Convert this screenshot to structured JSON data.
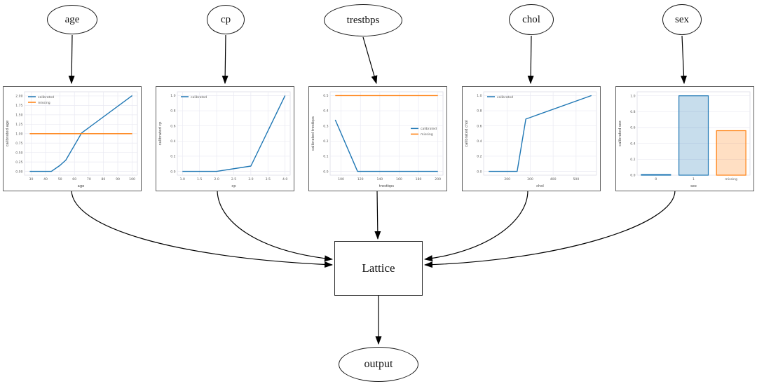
{
  "diagram": {
    "nodes": {
      "age": "age",
      "cp": "cp",
      "trestbps": "trestbps",
      "chol": "chol",
      "sex": "sex",
      "lattice": "Lattice",
      "output": "output"
    },
    "edges": [
      [
        "age",
        "age-calibrator-plot"
      ],
      [
        "cp",
        "cp-calibrator-plot"
      ],
      [
        "trestbps",
        "trestbps-calibrator-plot"
      ],
      [
        "chol",
        "chol-calibrator-plot"
      ],
      [
        "sex",
        "sex-calibrator-plot"
      ],
      [
        "age-calibrator-plot",
        "Lattice"
      ],
      [
        "cp-calibrator-plot",
        "Lattice"
      ],
      [
        "trestbps-calibrator-plot",
        "Lattice"
      ],
      [
        "chol-calibrator-plot",
        "Lattice"
      ],
      [
        "sex-calibrator-plot",
        "Lattice"
      ],
      [
        "Lattice",
        "output"
      ]
    ],
    "colors": {
      "calibrated": "#1f77b4",
      "missing": "#ff7f0e",
      "calibrated_fill": "rgba(31,119,180,0.25)",
      "missing_fill": "rgba(255,127,14,0.25)",
      "edge_line": "#000000",
      "grid": "#e9e9f2"
    }
  },
  "chart_data": [
    {
      "type": "line",
      "name": "age-calibrator",
      "xlabel": "age",
      "ylabel": "calibrated age",
      "xlim": [
        25.4,
        103.6
      ],
      "ylim": [
        -0.1,
        2.11
      ],
      "xticks": {
        "values": [
          30,
          40,
          50,
          60,
          70,
          80,
          90,
          100
        ],
        "labels": [
          "30",
          "40",
          "50",
          "60",
          "70",
          "80",
          "90",
          "100"
        ]
      },
      "yticks": {
        "values": [
          0,
          0.25,
          0.5,
          0.75,
          1.0,
          1.25,
          1.5,
          1.75,
          2.0
        ],
        "labels": [
          "0.00",
          "0.25",
          "0.50",
          "0.75",
          "1.00",
          "1.25",
          "1.50",
          "1.75",
          "2.00"
        ]
      },
      "series": [
        {
          "name": "calibrated",
          "color": "#1f77b4",
          "points": [
            [
              29,
              0
            ],
            [
              44,
              0
            ],
            [
              50,
              0.16
            ],
            [
              54,
              0.3
            ],
            [
              65,
              1.02
            ],
            [
              100,
              2.01
            ]
          ]
        },
        {
          "name": "missing",
          "color": "#ff7f0e",
          "points": [
            [
              29,
              1.0
            ],
            [
              100,
              1.0
            ]
          ]
        }
      ],
      "legend": {
        "position": "top-left",
        "entries": [
          {
            "label": "calibrated",
            "color": "#1f77b4"
          },
          {
            "label": "missing",
            "color": "#ff7f0e"
          }
        ]
      }
    },
    {
      "type": "line",
      "name": "cp-calibrator",
      "xlabel": "cp",
      "ylabel": "calibrated cp",
      "xlim": [
        0.85,
        4.15
      ],
      "ylim": [
        -0.05,
        1.05
      ],
      "xticks": {
        "values": [
          1.0,
          1.5,
          2.0,
          2.5,
          3.0,
          3.5,
          4.0
        ],
        "labels": [
          "1.0",
          "1.5",
          "2.0",
          "2.5",
          "3.0",
          "3.5",
          "4.0"
        ]
      },
      "yticks": {
        "values": [
          0,
          0.2,
          0.4,
          0.6,
          0.8,
          1.0
        ],
        "labels": [
          "0.0",
          "0.2",
          "0.4",
          "0.6",
          "0.8",
          "1.0"
        ]
      },
      "series": [
        {
          "name": "calibrated",
          "color": "#1f77b4",
          "points": [
            [
              1,
              0
            ],
            [
              2,
              0
            ],
            [
              3,
              0.07
            ],
            [
              4,
              1.0
            ]
          ]
        }
      ],
      "legend": {
        "position": "top-left",
        "entries": [
          {
            "label": "calibrated",
            "color": "#1f77b4"
          }
        ]
      }
    },
    {
      "type": "line",
      "name": "trestbps-calibrator",
      "xlabel": "trestbps",
      "ylabel": "calibrated trestbps",
      "xlim": [
        88.7,
        205.3
      ],
      "ylim": [
        -0.025,
        0.525
      ],
      "xticks": {
        "values": [
          100,
          120,
          140,
          160,
          180,
          200
        ],
        "labels": [
          "100",
          "120",
          "140",
          "160",
          "180",
          "200"
        ]
      },
      "yticks": {
        "values": [
          0,
          0.1,
          0.2,
          0.3,
          0.4,
          0.5
        ],
        "labels": [
          "0.0",
          "0.1",
          "0.2",
          "0.3",
          "0.4",
          "0.5"
        ]
      },
      "series": [
        {
          "name": "calibrated",
          "color": "#1f77b4",
          "points": [
            [
              94,
              0.34
            ],
            [
              117,
              0
            ],
            [
              200,
              0
            ]
          ]
        },
        {
          "name": "missing",
          "color": "#ff7f0e",
          "points": [
            [
              94,
              0.5
            ],
            [
              200,
              0.5
            ]
          ]
        }
      ],
      "legend": {
        "position": "center-right",
        "entries": [
          {
            "label": "calibrated",
            "color": "#1f77b4"
          },
          {
            "label": "missing",
            "color": "#ff7f0e"
          }
        ]
      }
    },
    {
      "type": "line",
      "name": "chol-calibrator",
      "xlabel": "chol",
      "ylabel": "calibrated chol",
      "xlim": [
        97,
        589
      ],
      "ylim": [
        -0.05,
        1.05
      ],
      "xticks": {
        "values": [
          200,
          300,
          400,
          500
        ],
        "labels": [
          "200",
          "300",
          "400",
          "500"
        ]
      },
      "yticks": {
        "values": [
          0,
          0.2,
          0.4,
          0.6,
          0.8,
          1.0
        ],
        "labels": [
          "0.0",
          "0.2",
          "0.4",
          "0.6",
          "0.8",
          "1.0"
        ]
      },
      "series": [
        {
          "name": "calibrated",
          "color": "#1f77b4",
          "points": [
            [
              119,
              0
            ],
            [
              243,
              0
            ],
            [
              281,
              0.69
            ],
            [
              567,
              1.0
            ]
          ]
        }
      ],
      "legend": {
        "position": "top-left",
        "entries": [
          {
            "label": "calibrated",
            "color": "#1f77b4"
          }
        ]
      }
    },
    {
      "type": "bar",
      "name": "sex-calibrator",
      "xlabel": "sex",
      "ylabel": "calibrated sex",
      "categories": [
        "0",
        "1",
        "missing"
      ],
      "values": [
        0.008,
        1.0,
        0.56
      ],
      "bar_fills": [
        "rgba(31,119,180,0.25)",
        "rgba(31,119,180,0.25)",
        "rgba(255,127,14,0.25)"
      ],
      "bar_edges": [
        "#1f77b4",
        "#1f77b4",
        "#ff7f0e"
      ],
      "ylim": [
        0,
        1.05
      ],
      "yticks": {
        "values": [
          0,
          0.2,
          0.4,
          0.6,
          0.8,
          1.0
        ],
        "labels": [
          "0.0",
          "0.2",
          "0.4",
          "0.6",
          "0.8",
          "1.0"
        ]
      }
    }
  ]
}
